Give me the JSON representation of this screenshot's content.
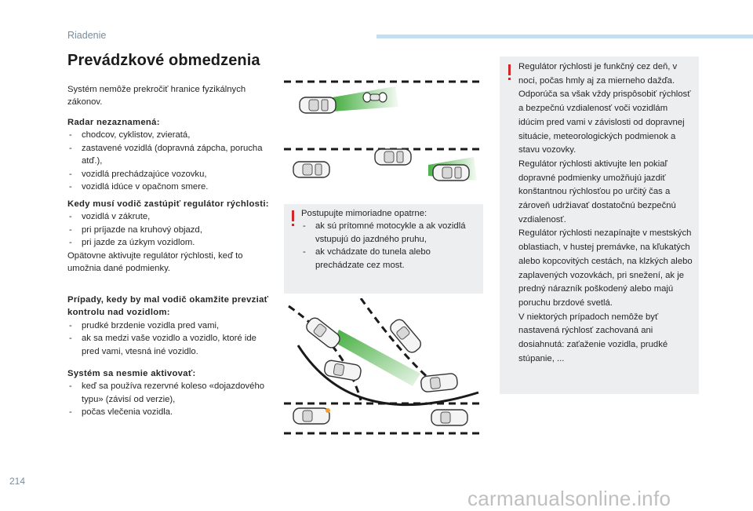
{
  "header": {
    "section": "Riadenie",
    "accent_color": "#c7def0"
  },
  "title": "Prevádzkové obmedzenia",
  "intro": "Systém nemôže prekročiť hranice fyzikálnych zákonov.",
  "radar": {
    "heading": "Radar nezaznamená:",
    "items": [
      "chodcov, cyklistov, zvieratá,",
      "zastavené vozidlá (dopravná zápcha, porucha atď.),",
      "vozidlá prechádzajúce vozovku,",
      "vozidlá idúce v opačnom smere."
    ]
  },
  "override": {
    "heading": "Kedy musí vodič zastúpiť regulátor rýchlosti:",
    "items": [
      "vozidlá v zákrute,",
      "pri príjazde na kruhový objazd,",
      "pri jazde za úzkym vozidlom."
    ],
    "note": "Opätovne aktivujte regulátor rýchlosti, keď to umožnia dané podmienky."
  },
  "takeover": {
    "heading": "Prípady, kedy by mal vodič okamžite prevziať kontrolu nad vozidlom:",
    "items": [
      "prudké brzdenie vozidla pred vami,",
      "ak sa medzi vaše vozidlo a vozidlo, ktoré ide pred vami, vtesná iné vozidlo."
    ]
  },
  "noactivate": {
    "heading": "Systém sa nesmie aktivovať:",
    "items": [
      "keď sa používa rezervné koleso «dojazdového typu» (závisí od verzie),",
      "počas vlečenia vozidla."
    ]
  },
  "warning_middle": {
    "lead": "Postupujte mimoriadne opatrne:",
    "items": [
      "ak sú prítomné motocykle a ak vozidlá vstupujú do jazdného pruhu,",
      "ak vchádzate do tunela alebo prechádzate cez most."
    ]
  },
  "warning_right": {
    "p1": "Regulátor rýchlosti je funkčný cez deň, v noci, počas hmly aj za mierneho dažďa. Odporúča sa však vždy prispôsobiť rýchlosť a bezpečnú vzdialenosť voči vozidlám idúcim pred vami v závislosti od dopravnej situácie, meteorologických podmienok a stavu vozovky.",
    "p2": "Regulátor rýchlosti aktivujte len pokiaľ dopravné podmienky umožňujú jazdiť konštantnou rýchlosťou po určitý čas a zároveň udržiavať dostatočnú bezpečnú vzdialenosť.",
    "p3": "Regulátor rýchlosti nezapínajte v mestských oblastiach, v hustej premávke, na kľukatých alebo kopcovitých cestách, na klzkých alebo zaplavených vozovkách, pri snežení, ak je predný nárazník poškodený alebo majú poruchu brzdové svetlá.",
    "p4": "V niektorých prípadoch nemôže byť nastavená rýchlosť zachovaná ani dosiahnutá: zaťaženie vozidla, prudké stúpanie, ..."
  },
  "colors": {
    "warning": "#d0282a",
    "radar_beam": "#3aa935",
    "box_bg": "#eceeef"
  },
  "footer": {
    "page_number": "214",
    "watermark": "carmanualsonline.info"
  }
}
